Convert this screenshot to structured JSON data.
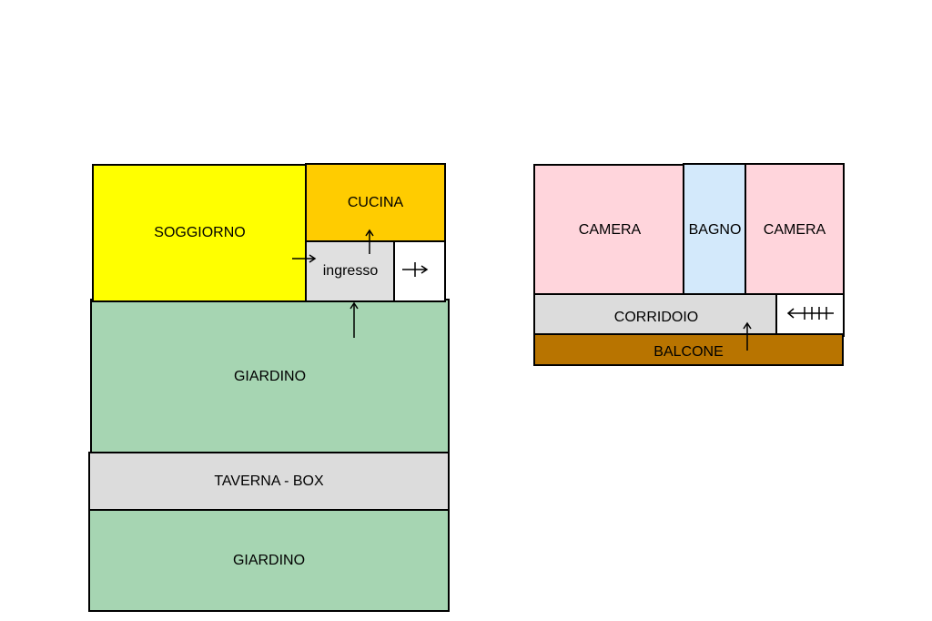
{
  "ground_floor": {
    "soggiorno": {
      "label": "SOGGIORNO",
      "color": "#ffff00"
    },
    "cucina": {
      "label": "CUCINA",
      "color": "#ffcc00"
    },
    "ingresso": {
      "label": "ingresso",
      "color": "#e0e0e0"
    },
    "giardino_top": {
      "label": "GIARDINO",
      "color": "#a6d5b2"
    },
    "taverna": {
      "label": "TAVERNA - BOX",
      "color": "#dcdcdc"
    },
    "giardino_bottom": {
      "label": "GIARDINO",
      "color": "#a6d5b2"
    }
  },
  "upper_floor": {
    "camera_left": {
      "label": "CAMERA",
      "color": "#ffd5dc"
    },
    "bagno": {
      "label": "BAGNO",
      "color": "#d3e9fb"
    },
    "camera_right": {
      "label": "CAMERA",
      "color": "#ffd5dc"
    },
    "corridoio": {
      "label": "CORRIDOIO",
      "color": "#dcdcdc"
    },
    "balcone": {
      "label": "BALCONE",
      "color": "#b87400"
    }
  }
}
